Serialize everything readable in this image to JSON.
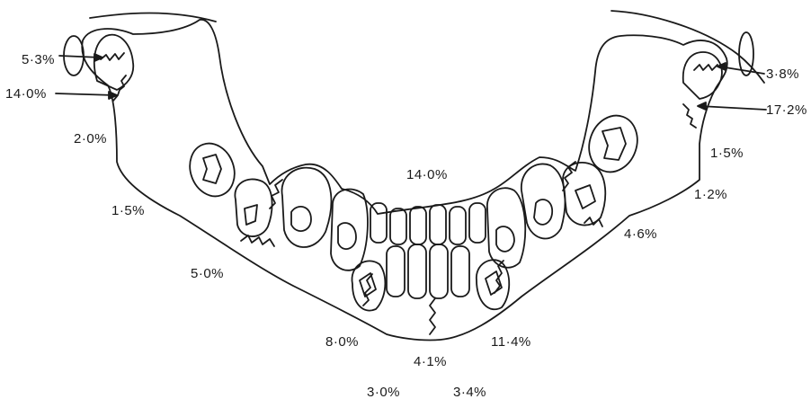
{
  "figure": {
    "ink_color": "#1a1a1a",
    "paper_color": "#ffffff",
    "labels": {
      "left_condyle": "5·3%",
      "left_subcondylar": "14·0%",
      "left_ramus": "2·0%",
      "left_angle": "1·5%",
      "left_body": "5·0%",
      "left_parasymphysis": "8·0%",
      "symphysis": "4·1%",
      "left_lower": "3·0%",
      "right_lower": "3·4%",
      "right_parasymphysis": "11·4%",
      "right_body": "4·6%",
      "right_angle": "1·2%",
      "right_ramus": "1·5%",
      "right_subcondylar": "17·2%",
      "right_condyle": "3·8%",
      "dentoalveolar": "14·0%"
    }
  }
}
